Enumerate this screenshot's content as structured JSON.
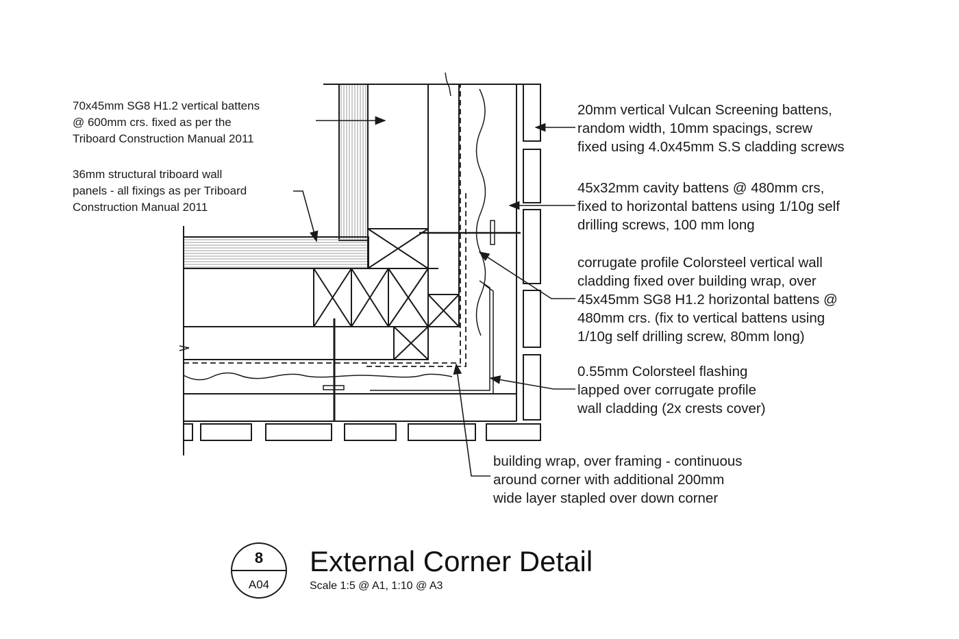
{
  "title_block": {
    "detail_number": "8",
    "sheet_reference": "A04",
    "title": "External Corner Detail",
    "scale": "Scale 1:5 @ A1, 1:10 @ A3"
  },
  "annotations": {
    "vertical_battens": "70x45mm SG8 H1.2 vertical battens\n@ 600mm crs. fixed as per the\nTriboard Construction Manual 2011",
    "triboard_panels": "36mm structural triboard wall\npanels - all fixings as per Triboard\nConstruction Manual 2011",
    "screening_battens": "20mm vertical Vulcan Screening battens,\nrandom width, 10mm spacings, screw\nfixed using 4.0x45mm S.S cladding screws",
    "cavity_battens": "45x32mm cavity battens @ 480mm crs,\nfixed to horizontal battens using 1/10g self\ndrilling screws, 100 mm long",
    "corrugate_cladding": "corrugate profile Colorsteel vertical wall\ncladding fixed over building wrap, over\n45x45mm SG8 H1.2 horizontal battens @\n480mm crs. (fix to vertical battens using\n1/10g self drilling screw, 80mm long)",
    "flashing": "0.55mm Colorsteel flashing\nlapped over corrugate profile\nwall cladding (2x crests cover)",
    "building_wrap": "building wrap, over framing - continuous\naround corner with additional 200mm\nwide layer stapled over down corner"
  },
  "colors": {
    "line": "#1a1a1a",
    "hatch": "#9a9a9a",
    "background": "#ffffff"
  }
}
